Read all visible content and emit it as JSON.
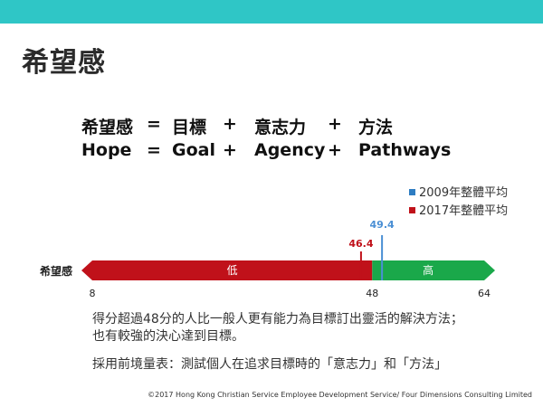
{
  "title": "希望感",
  "equation_zh": {
    "lhs": "希望感",
    "eq": "=",
    "t1": "目標",
    "p1": "+",
    "t2": "意志力",
    "p2": "+",
    "t3": "方法"
  },
  "equation_en": {
    "lhs": "Hope",
    "eq": "=",
    "t1": "Goal",
    "p1": "+",
    "t2": "Agency",
    "p2": "+",
    "t3": "Pathways"
  },
  "legend": [
    {
      "label": "2009年整體平均",
      "color": "#2e7dc2"
    },
    {
      "label": "2017年整體平均",
      "color": "#c0111a"
    }
  ],
  "scale": {
    "label": "希望感",
    "min": 8,
    "threshold": 48,
    "max": 64,
    "low_label": "低",
    "high_label": "高",
    "low_color": "#c0111a",
    "high_color": "#1aa84a",
    "ticks": [
      "8",
      "48",
      "64"
    ],
    "markers": [
      {
        "value": 49.4,
        "text": "49.4",
        "color": "#4a8fd4"
      },
      {
        "value": 46.4,
        "text": "46.4",
        "color": "#c0111a"
      }
    ]
  },
  "text": {
    "line1": "得分超過48分的人比一般人更有能力為目標訂出靈活的解決方法；",
    "line2": "也有較強的決心達到目標。",
    "line3": "採用前境量表：測試個人在追求目標時的「意志力」和「方法」"
  },
  "footer": "©2017 Hong Kong Christian Service Employee Development Service/ Four Dimensions Consulting Limited"
}
